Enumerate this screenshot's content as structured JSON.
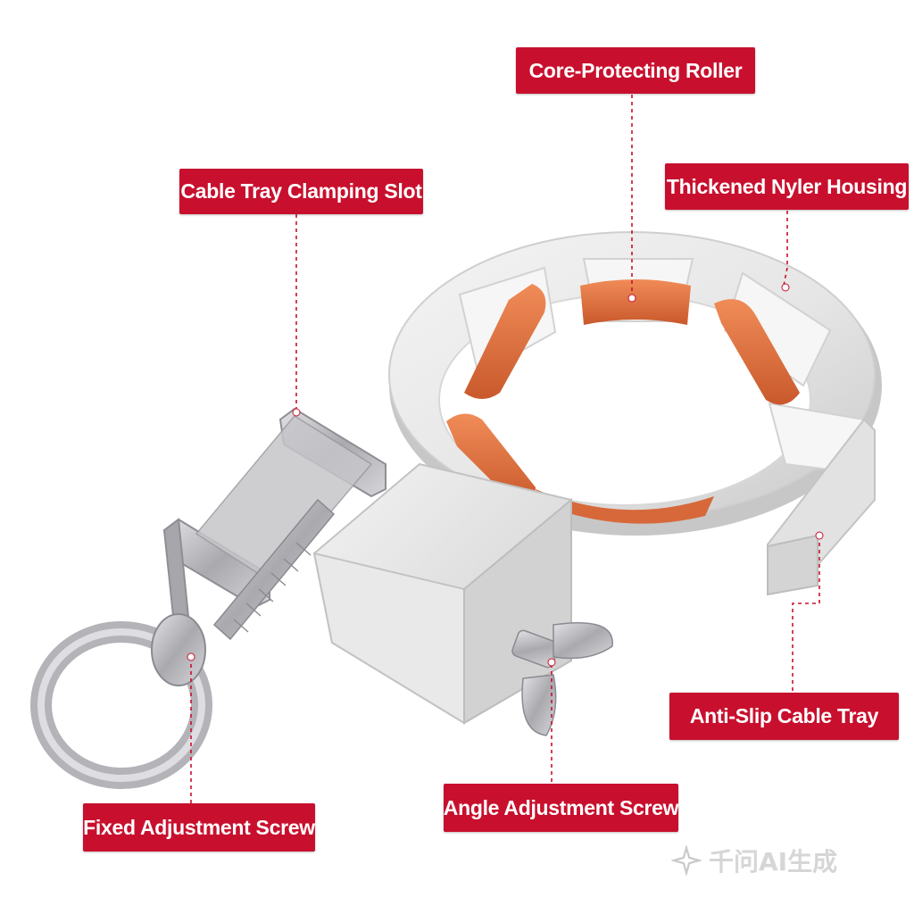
{
  "colors": {
    "label_bg": "#c8102e",
    "label_text": "#ffffff",
    "leader_line": "#c8102e",
    "roller": "#e07440",
    "housing": "#e9e9e9",
    "metal": "#b9b9bd"
  },
  "labels": {
    "core_protecting_roller": "Core-Protecting Roller",
    "cable_tray_clamping_slot": "Cable Tray Clamping Slot",
    "thickened_nyler_housing": "Thickened Nyler Housing",
    "anti_slip_cable_tray": "Anti-Slip Cable Tray",
    "angle_adjustment_screw": "Angle Adjustment Screw",
    "fixed_adjustment_screw": "Fixed Adjustment Screw"
  },
  "watermark": {
    "text": "千问AI生成",
    "icon": "sparkle-icon"
  }
}
